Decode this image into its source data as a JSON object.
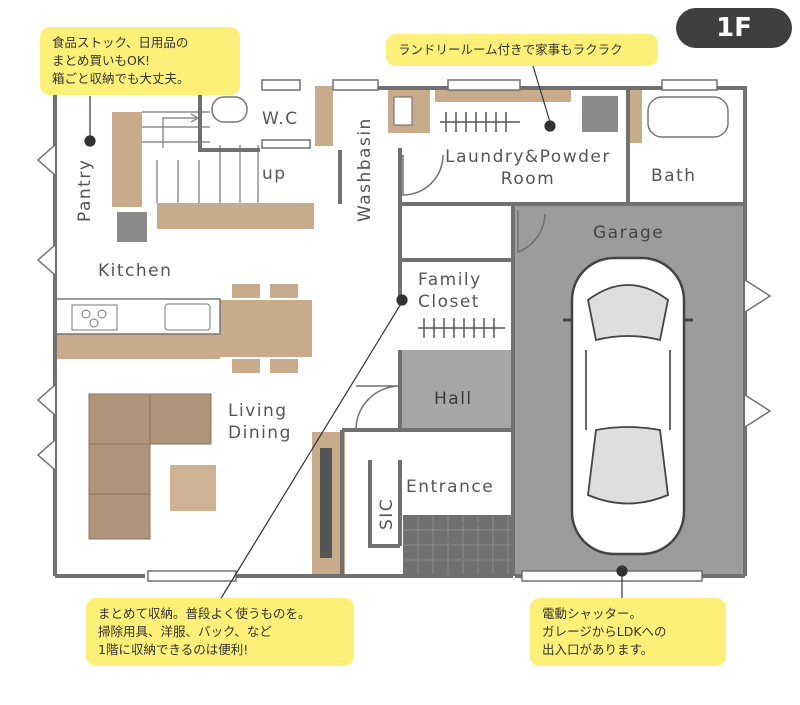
{
  "floor_badge": "1F",
  "rooms": {
    "wc": "W.C",
    "up": "up",
    "washbasin": "Washbasin",
    "laundry_line1": "Laundry&Powder",
    "laundry_line2": "Room",
    "bath": "Bath",
    "pantry": "Pantry",
    "kitchen": "Kitchen",
    "garage": "Garage",
    "family_line1": "Family",
    "family_line2": "Closet",
    "living_line1": "Living",
    "living_line2": "Dining",
    "hall": "Hall",
    "sic": "SIC",
    "entrance": "Entrance"
  },
  "callouts": {
    "pantry": [
      "食品ストック、日用品の",
      "まとめ買いもOK!",
      "箱ごと収納でも大丈夫。"
    ],
    "laundry": [
      "ランドリールーム付きで家事もラクラク"
    ],
    "closet": [
      "まとめて収納。普段よく使うものを。",
      "掃除用具、洋服、バック、など",
      "1階に収納できるのは便利!"
    ],
    "garage": [
      "電動シャッター。",
      "ガレージからLDKへの",
      "出入口があります。"
    ]
  },
  "colors": {
    "wood": "#c8ab8a",
    "wall": "#707070",
    "floor_gray": "#9c9c9c",
    "callout_yellow": "#fdf079",
    "badge_dark": "#3f3f3f"
  }
}
